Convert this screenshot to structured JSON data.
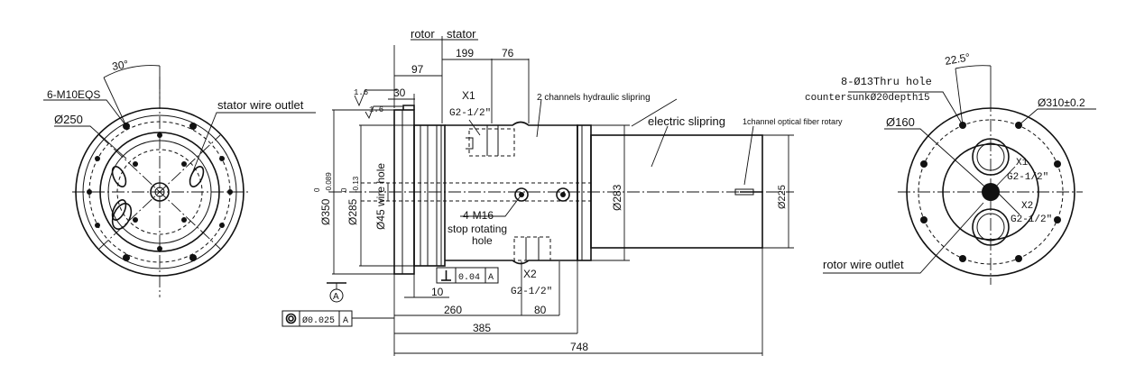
{
  "front_view": {
    "angle": "30°",
    "bolts": "6-M10EQS",
    "dia_250": "Ø250",
    "stator_outlet": "stator wire outlet"
  },
  "side_view": {
    "rotor": "rotor",
    "stator": "stator",
    "d199": "199",
    "d76": "76",
    "d97": "97",
    "d30": "30",
    "rough1": "1.6",
    "rough2": "1.6",
    "x1": "X1",
    "x1_thread": "G2-1/2″",
    "hydraulic": "2 channels hydraulic slipring",
    "electric": "electric slipring",
    "optical": "1channel optical fiber rotary",
    "d350_main": "Ø350",
    "d350_up": "0",
    "d350_low": "-0.089",
    "d285_main": "Ø285",
    "d285_up": "0",
    "d285_low": "-0.13",
    "wire_hole": "Ø45 wire hole",
    "m16": "4-M16",
    "stop1": "stop rotating",
    "stop2": "hole",
    "d283": "Ø283",
    "d225": "Ø225",
    "perp_value": "0.04",
    "perp_datum": "A",
    "x2": "X2",
    "x2_thread": "G2-1/2″",
    "d10": "10",
    "datum": "A",
    "conc_value": "Ø0.025",
    "conc_datum": "A",
    "d260": "260",
    "d80": "80",
    "d385": "385",
    "d748": "748"
  },
  "rear_view": {
    "angle": "22.5°",
    "thru1": "8-Ø13Thru hole",
    "thru2": "countersunkØ20depth15",
    "d310": "Ø310±0.2",
    "d160": "Ø160",
    "x1": "X1",
    "x1_thread": "G2-1/2″",
    "x2": "X2",
    "x2_thread": "G2-1/2″",
    "rotor_outlet": "rotor wire outlet"
  }
}
